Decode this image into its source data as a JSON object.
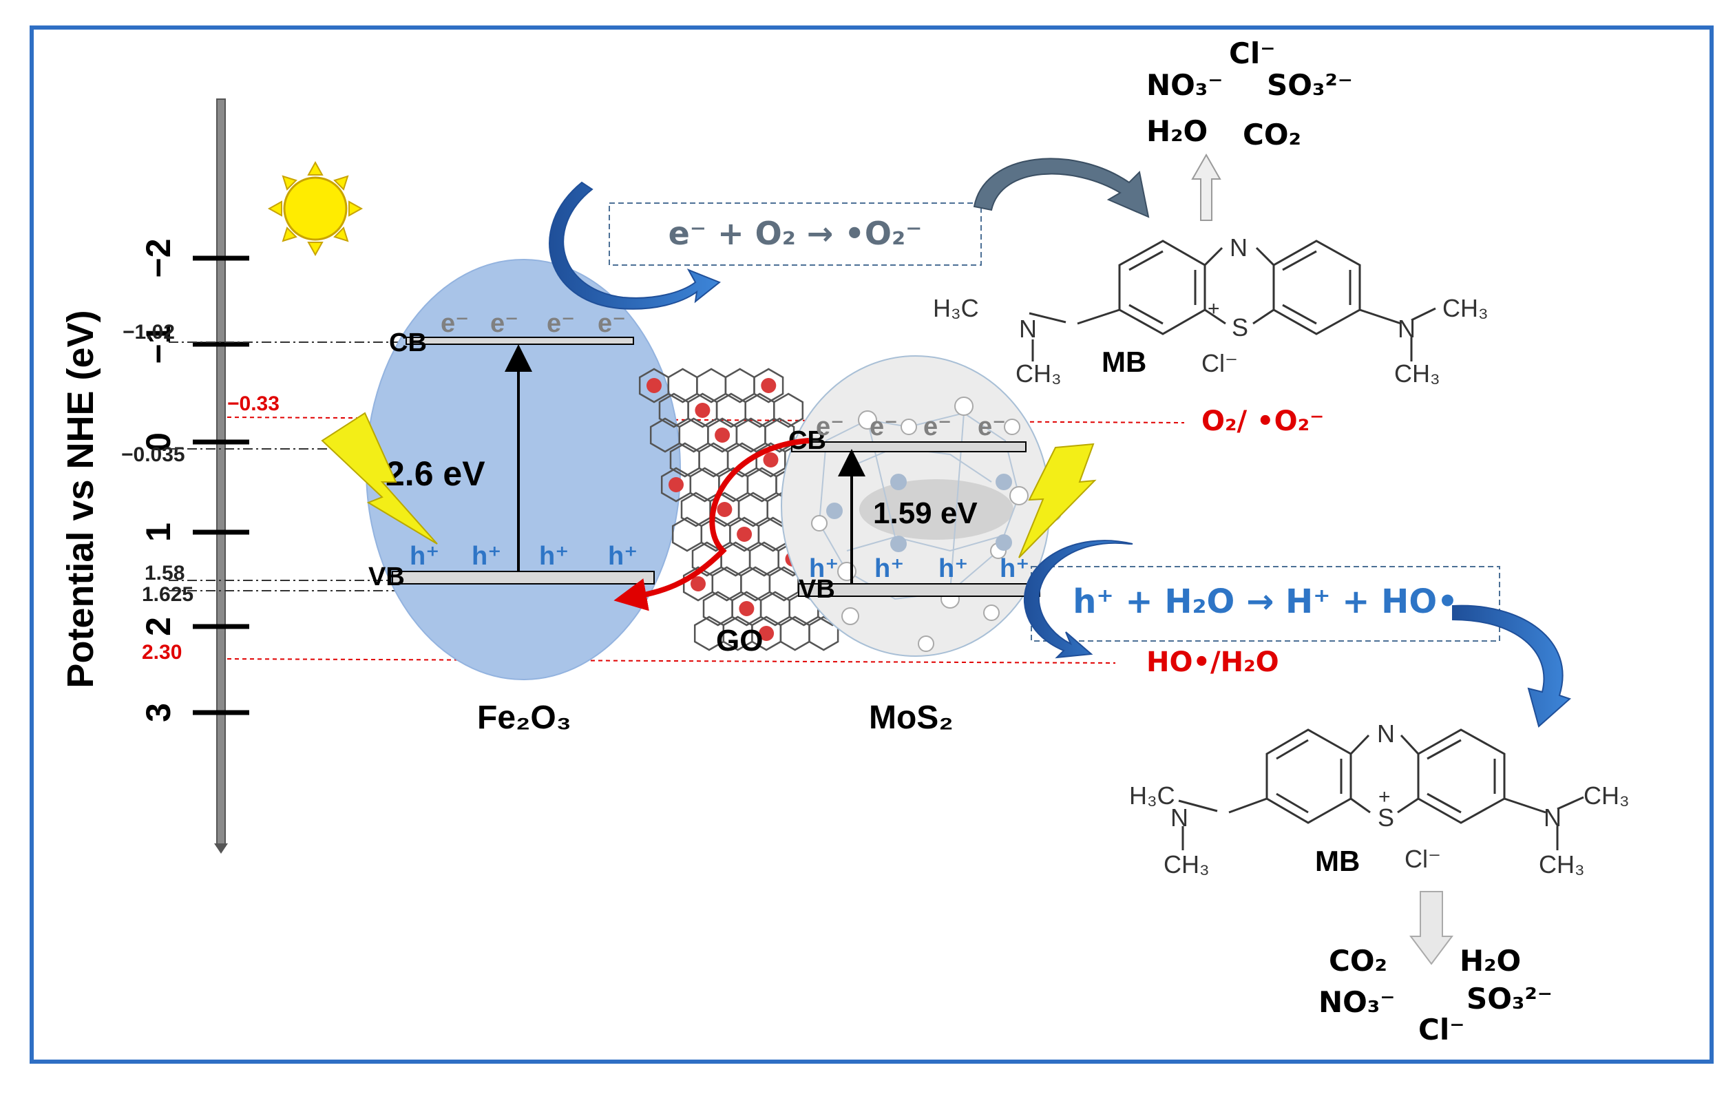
{
  "axis": {
    "title": "Potential vs NHE (eV)",
    "ticks": [
      "−2",
      "−1",
      "0",
      "1",
      "2",
      "3"
    ],
    "levels": [
      "−1.02",
      "−0.035",
      "1.58",
      "1.625"
    ],
    "ref_levels": [
      "−0.33",
      "2.30"
    ]
  },
  "fe2o3": {
    "label": "Fe₂O₃",
    "cb": "CB",
    "vb": "VB",
    "gap": "2.6 eV",
    "electron": "e⁻",
    "hole": "h⁺"
  },
  "go": {
    "label": "GO"
  },
  "mos2": {
    "label": "MoS₂",
    "cb": "CB",
    "vb": "VB",
    "gap": "1.59 eV",
    "electron": "e⁻",
    "hole": "h⁺"
  },
  "reactions": {
    "superoxide": "e⁻ + O₂ → •O₂⁻",
    "hydroxyl": "h⁺ + H₂O → H⁺ + HO•"
  },
  "redox": {
    "o2": "O₂/ •O₂⁻",
    "ho": "HO•/H₂O"
  },
  "molecule": {
    "name": "MB",
    "counter_ion": "Cl⁻",
    "n_atom": "N",
    "s_atom": "S",
    "charge": "+",
    "n_left": "N",
    "n_right": "N",
    "h3c": "H₃C",
    "ch3": "CH₃"
  },
  "products_top": {
    "cl": "Cl⁻",
    "no3": "NO₃⁻",
    "so3": "SO₃²⁻",
    "h2o": "H₂O",
    "co2": "CO₂"
  },
  "products_bottom": {
    "co2": "CO₂",
    "h2o": "H₂O",
    "no3": "NO₃⁻",
    "so3": "SO₃²⁻",
    "cl": "Cl⁻"
  },
  "colors": {
    "frame": "#2f6fc4",
    "fe2o3_fill": "#a9c4e8",
    "mos2_fill": "#ececec",
    "text_blue": "#2e75c6",
    "text_red": "#e00000",
    "arrow_blue": "#2a62b0",
    "arrow_slate": "#5b7287",
    "go_dot": "#d93b3b",
    "sun": "#ffec00",
    "bolt": "#f3ee17"
  }
}
